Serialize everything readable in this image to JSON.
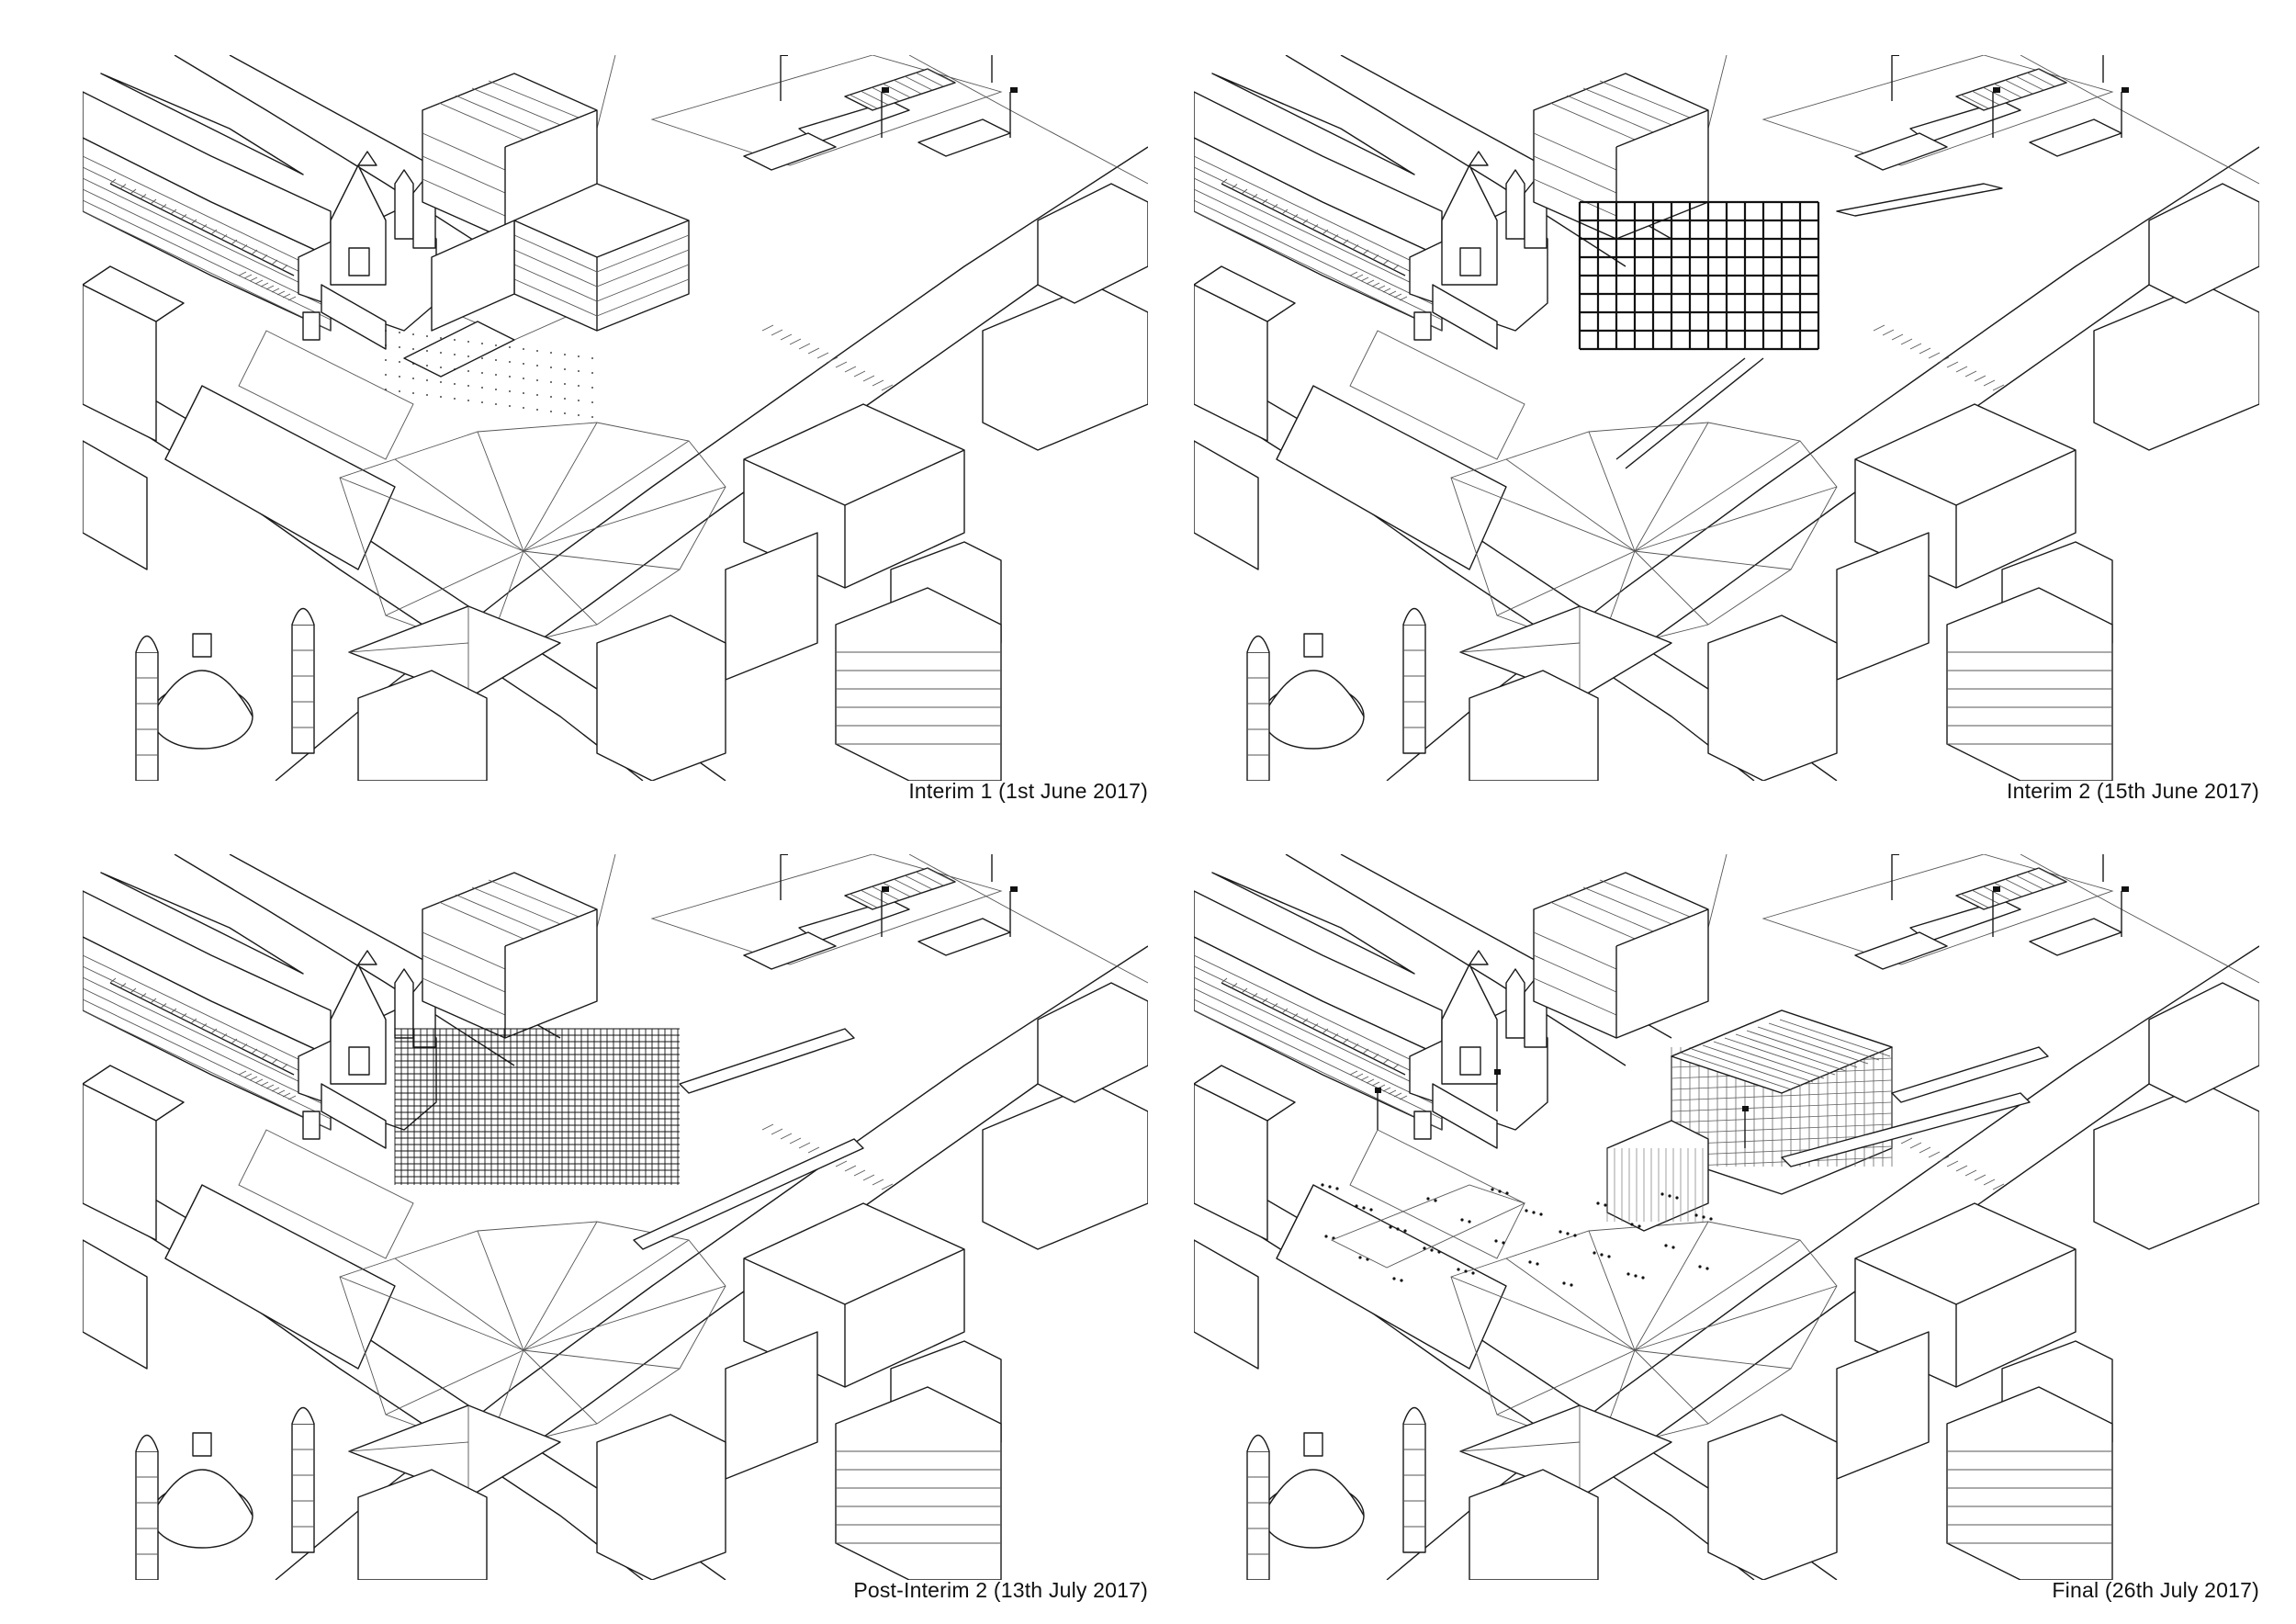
{
  "panels": [
    {
      "id": "interim-1",
      "caption": "Interim 1 (1st June 2017)",
      "stage": "massing"
    },
    {
      "id": "interim-2",
      "caption": "Interim 2 (15th June 2017)",
      "stage": "frame"
    },
    {
      "id": "post-interim-2",
      "caption": "Post-Interim 2 (13th July 2017)",
      "stage": "dense-frame"
    },
    {
      "id": "final",
      "caption": "Final (26th July 2017)",
      "stage": "final"
    }
  ]
}
